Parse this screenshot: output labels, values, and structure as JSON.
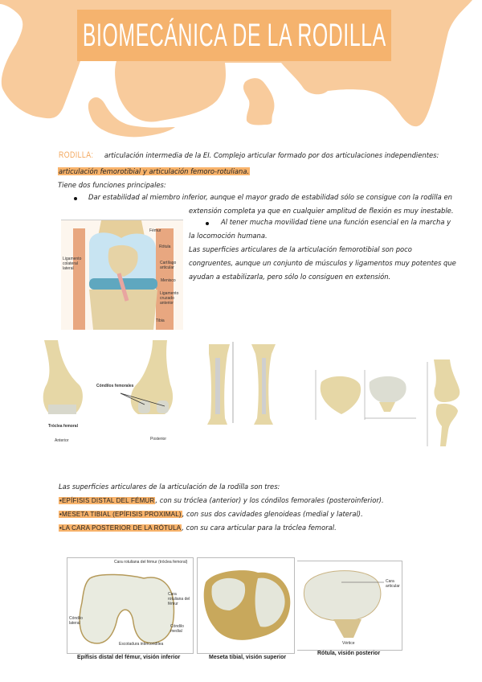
{
  "header": {
    "title": "BIOMECÁNICA DE LA RODILLA",
    "colors": {
      "title_box": "#f5b36e",
      "blob": "#f8cb9c",
      "highlight": "#f8b36b",
      "keyword": "#f3a85f"
    }
  },
  "intro": {
    "keyword": "RODILLA:",
    "line1": "articulación intermedia de la EI. Complejo articular formado por dos articulaciones independientes:",
    "line2_highlight": "articulación femorotibial y articulación femoro-rotuliana.",
    "line3": "Tiene dos funciones principales:",
    "bullets": [
      {
        "line_a": "Dar estabilidad al miembro inferior, aunque el mayor grado de estabilidad sólo se consigue con la rodilla en",
        "line_b": "extensión completa ya que en cualquier amplitud de flexión es muy inestable."
      },
      {
        "line_a": "Al tener mucha movilidad tiene una función esencial en la marcha y",
        "line_b": "la locomoción humana."
      }
    ],
    "para1": "Las superficies articulares de la articulación femorotibial son poco",
    "para2": "congruentes, aunque un conjunto de músculos y ligamentos muy potentes que",
    "para3": "ayudan a estabilizarla, pero sólo lo consiguen en extensión."
  },
  "knee_figure": {
    "labels": [
      "Fémur",
      "Rótula",
      "Cartílago articular",
      "Menisco",
      "Ligamento cruzado anterior",
      "Tibia",
      "Ligamento colateral lateral"
    ]
  },
  "bones_row": {
    "femur_labels": {
      "condyles": "Cóndilos femorales",
      "trochlea": "Tróclea femoral",
      "anterior": "Anterior",
      "posterior": "Posterior"
    }
  },
  "surfaces": {
    "intro": "Las superficies articulares de la articulación de la rodilla son tres:",
    "items": [
      {
        "keyword": "•EPÍFISIS DISTAL DEL FÉMUR",
        "text": ", con su  tróclea  (anterior) y los cóndilos femorales (posteroinferior)."
      },
      {
        "keyword": "•MESETA TIBIAL (EPÍFISIS PROXIMAL)",
        "text": ", con sus dos cavidades glenoideas (medial y lateral)."
      },
      {
        "keyword": "•LA CARA POSTERIOR DE LA RÓTULA",
        "text": ", con su cara articular para la tróclea femoral."
      }
    ]
  },
  "bottom_figures": {
    "captions": [
      "Epífisis distal del fémur, visión inferior",
      "Meseta tibial, visión superior",
      "Rótula, visión posterior"
    ],
    "femur_labels": [
      "Cara rotuliana del fémur (tróclea femoral)",
      "Cara rotuliana del fémur",
      "Cóndilo lateral",
      "Cóndilo medial",
      "Escotadura intercondílea"
    ],
    "patella_labels": [
      "Cara articular",
      "Vértice"
    ]
  }
}
